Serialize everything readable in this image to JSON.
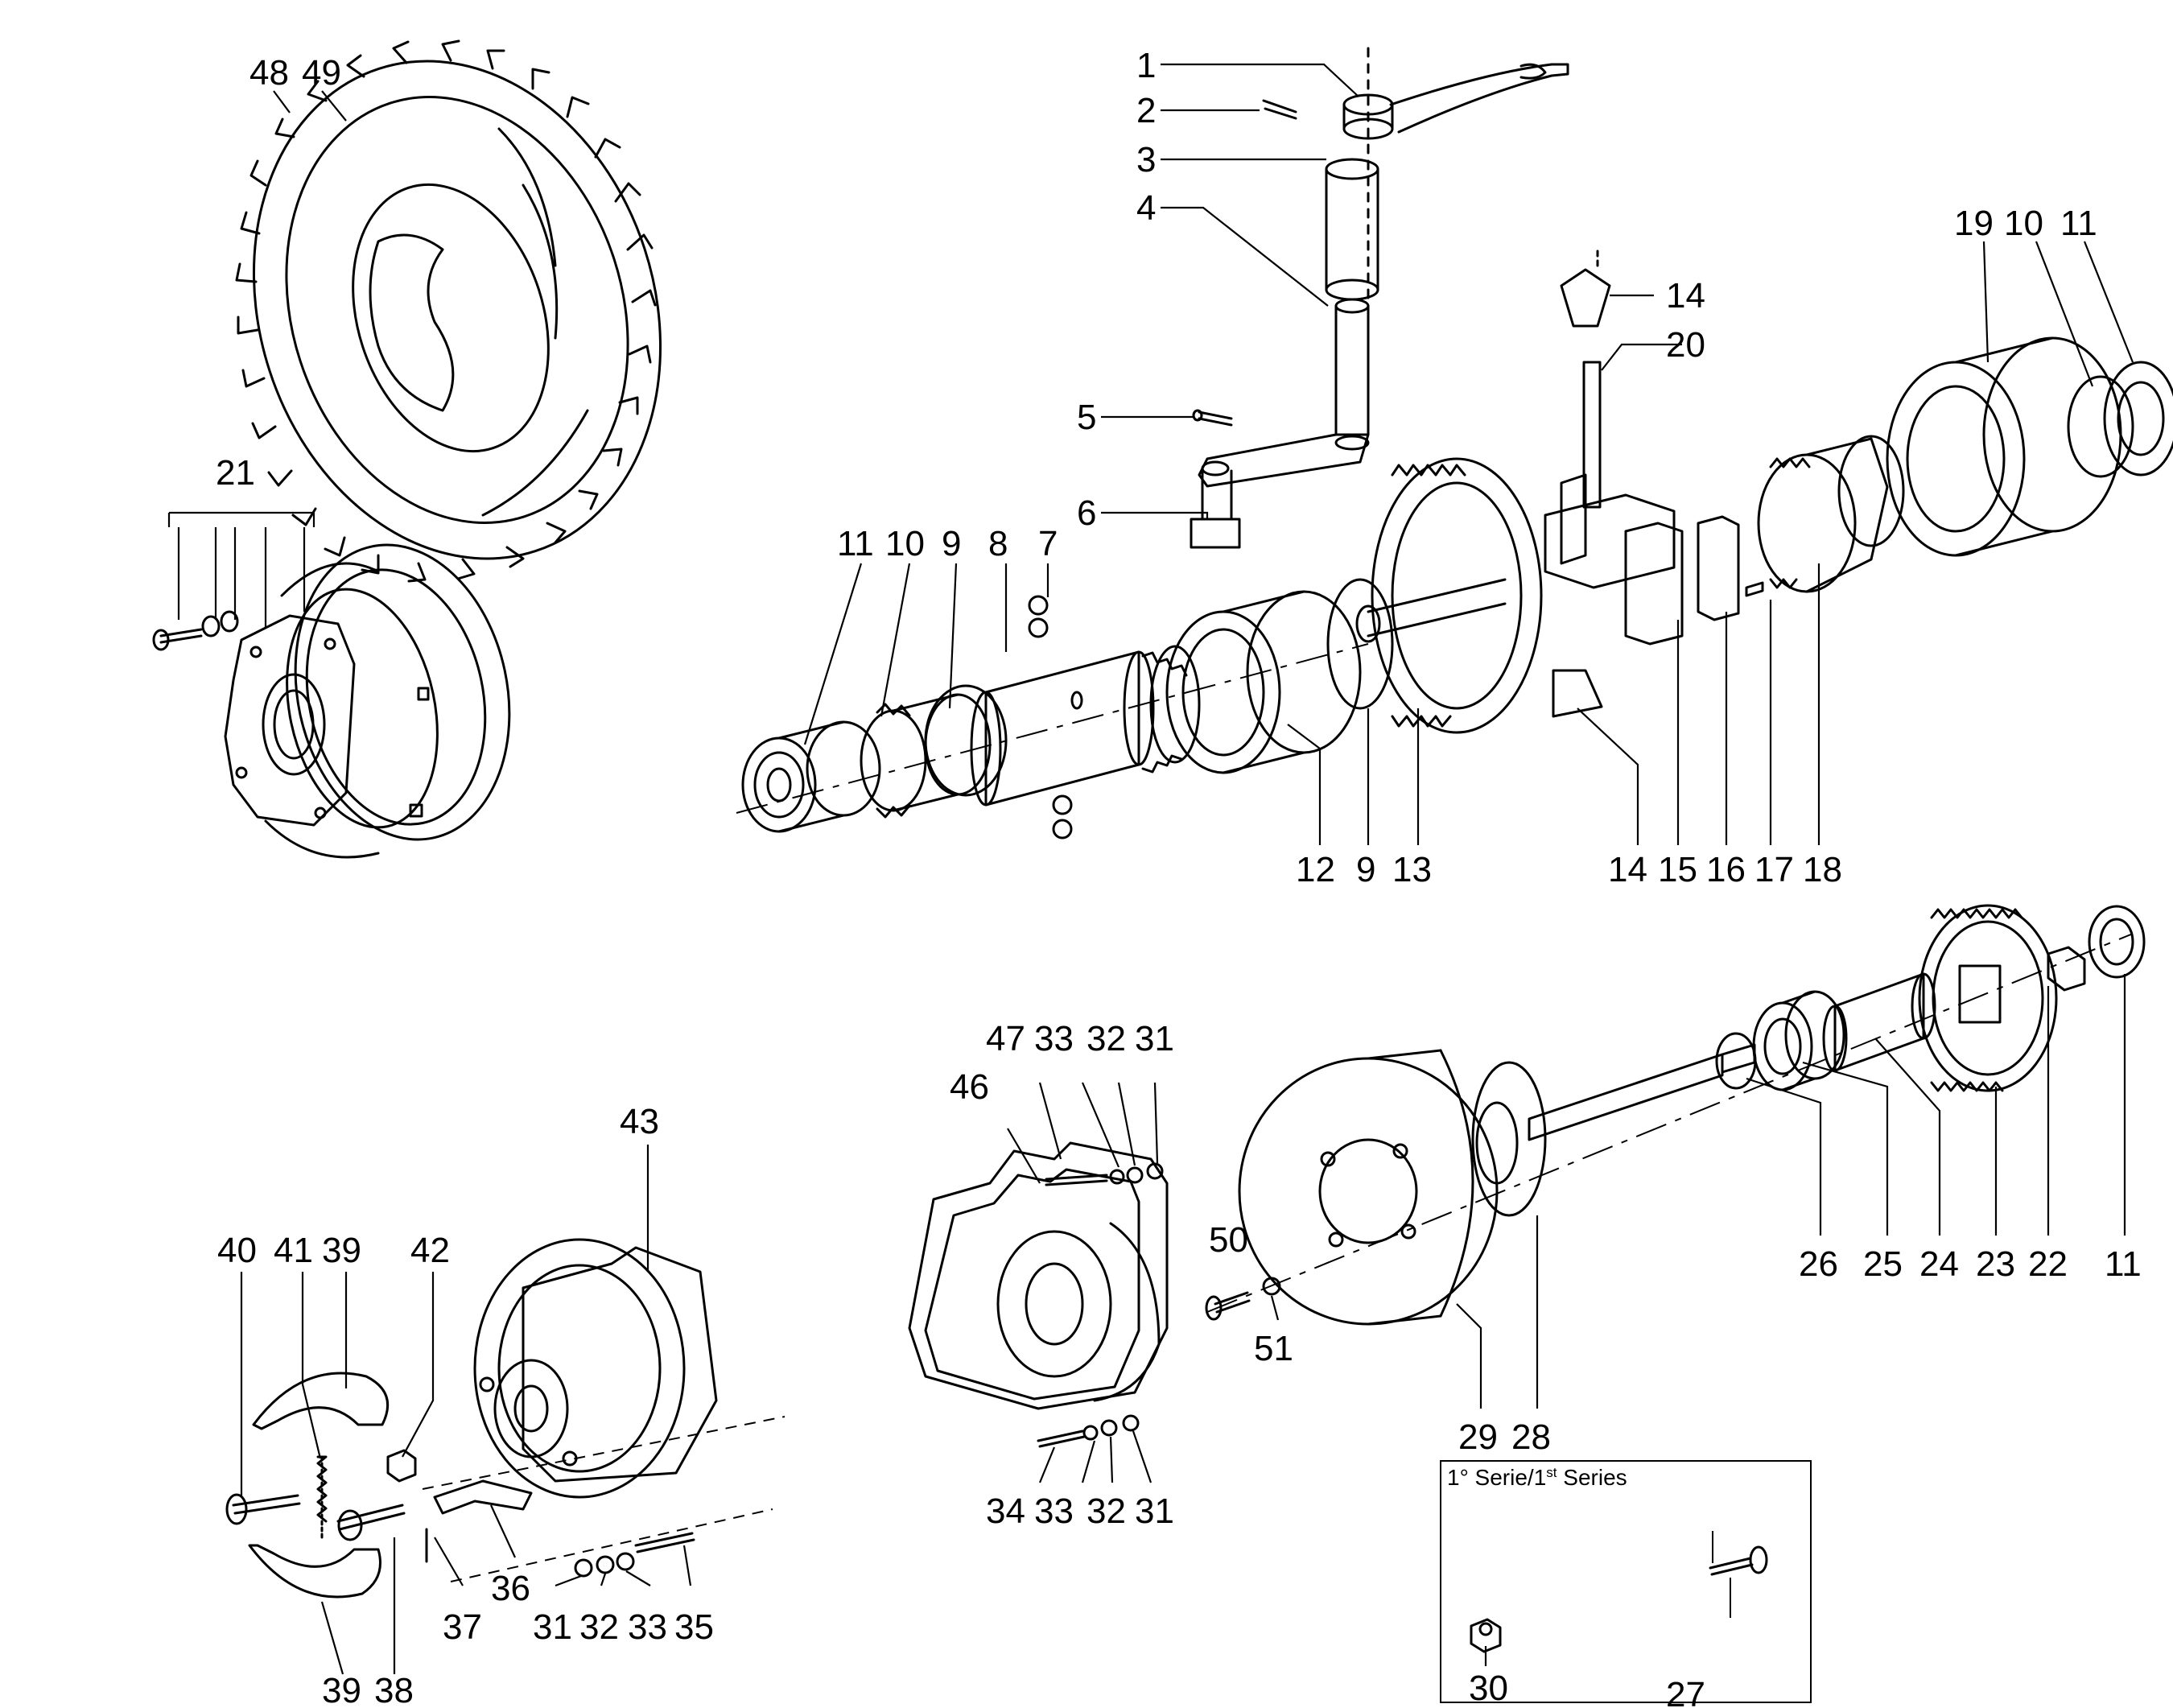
{
  "diagram": {
    "type": "exploded-parts-diagram",
    "inset_title_a": "1° Serie/1",
    "inset_title_sup": "st",
    "inset_title_b": " Series",
    "callouts": [
      "1",
      "2",
      "3",
      "4",
      "5",
      "6",
      "7",
      "8",
      "9",
      "10",
      "11",
      "12",
      "13",
      "14",
      "15",
      "16",
      "17",
      "18",
      "19",
      "20",
      "21",
      "22",
      "23",
      "24",
      "25",
      "26",
      "27",
      "28",
      "29",
      "30",
      "31",
      "32",
      "33",
      "34",
      "35",
      "36",
      "37",
      "38",
      "39",
      "40",
      "41",
      "42",
      "43",
      "46",
      "47",
      "48",
      "49",
      "50",
      "51"
    ]
  },
  "labels": {
    "l1": "1",
    "l2": "2",
    "l3": "3",
    "l4": "4",
    "l5": "5",
    "l6": "6",
    "l7": "7",
    "l8": "8",
    "l9a": "9",
    "l10a": "10",
    "l11a": "11",
    "l12": "12",
    "l9b": "9",
    "l13": "13",
    "l14b": "14",
    "l15": "15",
    "l16": "16",
    "l17": "17",
    "l18": "18",
    "l14a": "14",
    "l20": "20",
    "l19": "19",
    "l10b": "10",
    "l11b": "11",
    "l48": "48",
    "l49": "49",
    "l21": "21",
    "l47": "47",
    "l33a": "33",
    "l32a": "32",
    "l31a": "31",
    "l46": "46",
    "l34": "34",
    "l33b": "33",
    "l32b": "32",
    "l31b": "31",
    "l43": "43",
    "l40": "40",
    "l41": "41",
    "l39a": "39",
    "l42": "42",
    "l36": "36",
    "l37": "37",
    "l31c": "31",
    "l32c": "32",
    "l33c": "33",
    "l35": "35",
    "l39b": "39",
    "l38": "38",
    "l50": "50",
    "l51": "51",
    "l29": "29",
    "l28": "28",
    "l26": "26",
    "l25": "25",
    "l24": "24",
    "l23": "23",
    "l22": "22",
    "l11c": "11",
    "l30": "30",
    "l27": "27"
  }
}
